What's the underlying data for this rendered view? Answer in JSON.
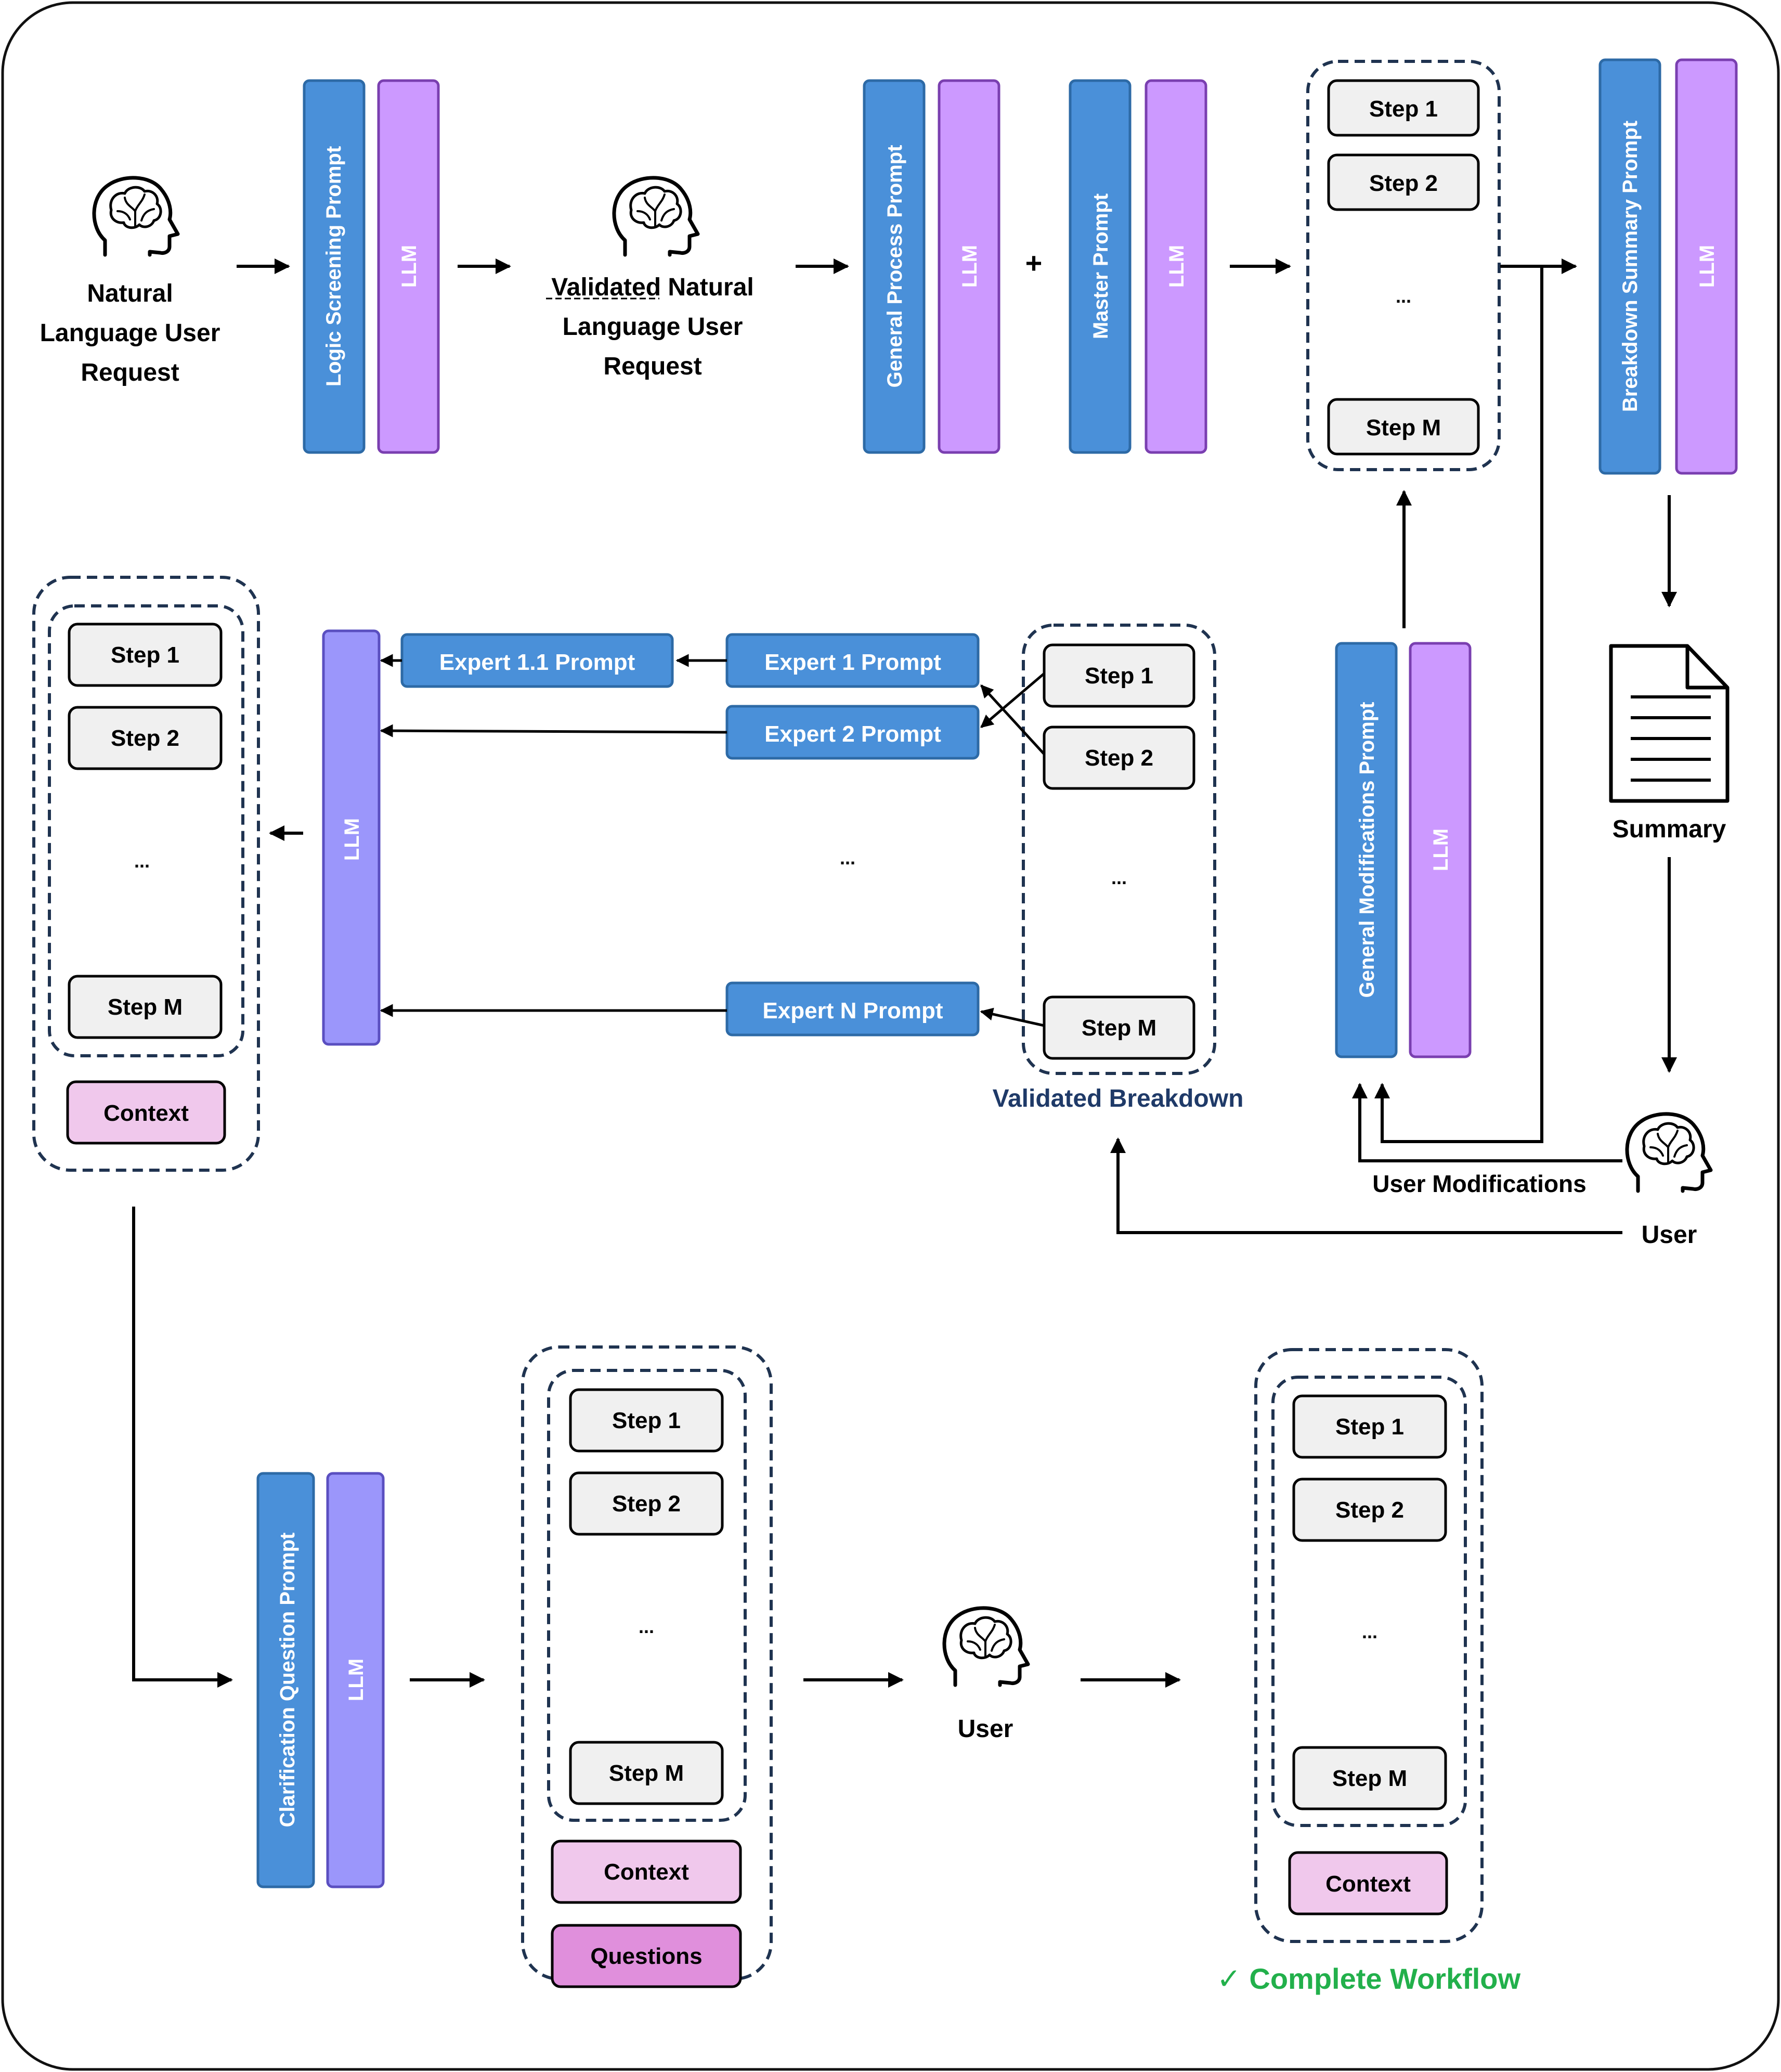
{
  "texts": {
    "natural_request": [
      "Natural",
      "Language User",
      "Request"
    ],
    "validated_request": [
      "Validated Natural",
      "Language User",
      "Request"
    ],
    "logic_screening_prompt": "Logic Screening Prompt",
    "general_process_prompt": "General Process Prompt",
    "master_prompt": "Master Prompt",
    "breakdown_summary_prompt": "Breakdown Summary Prompt",
    "general_modifications_prompt": "General Modifications Prompt",
    "clarification_question_prompt": "Clarification Question Prompt",
    "llm": "LLM",
    "plus": "+",
    "step1": "Step 1",
    "step2": "Step 2",
    "stepM": "Step M",
    "ellipsis": "...",
    "context": "Context",
    "questions": "Questions",
    "expert_1_1": "Expert 1.1 Prompt",
    "expert_1": "Expert 1 Prompt",
    "expert_2": "Expert 2 Prompt",
    "expert_n": "Expert N Prompt",
    "validated_breakdown": "Validated Breakdown",
    "summary": "Summary",
    "user": "User",
    "user_modifications": "User Modifications",
    "complete_workflow": "✓ Complete Workflow"
  },
  "colors": {
    "prompt_blue": "#4a90d9",
    "llm_purple": "#cc99ff",
    "llm_violet": "#9b96fb",
    "context_pink": "#f0c8ec",
    "questions_pink": "#e08fdc",
    "step_gray": "#f0f0f0",
    "dark_navy": "#1f3350",
    "label_navy": "#1f3a68",
    "success_green": "#22b04b"
  },
  "icons": [
    "brain-head-icon",
    "document-icon"
  ]
}
